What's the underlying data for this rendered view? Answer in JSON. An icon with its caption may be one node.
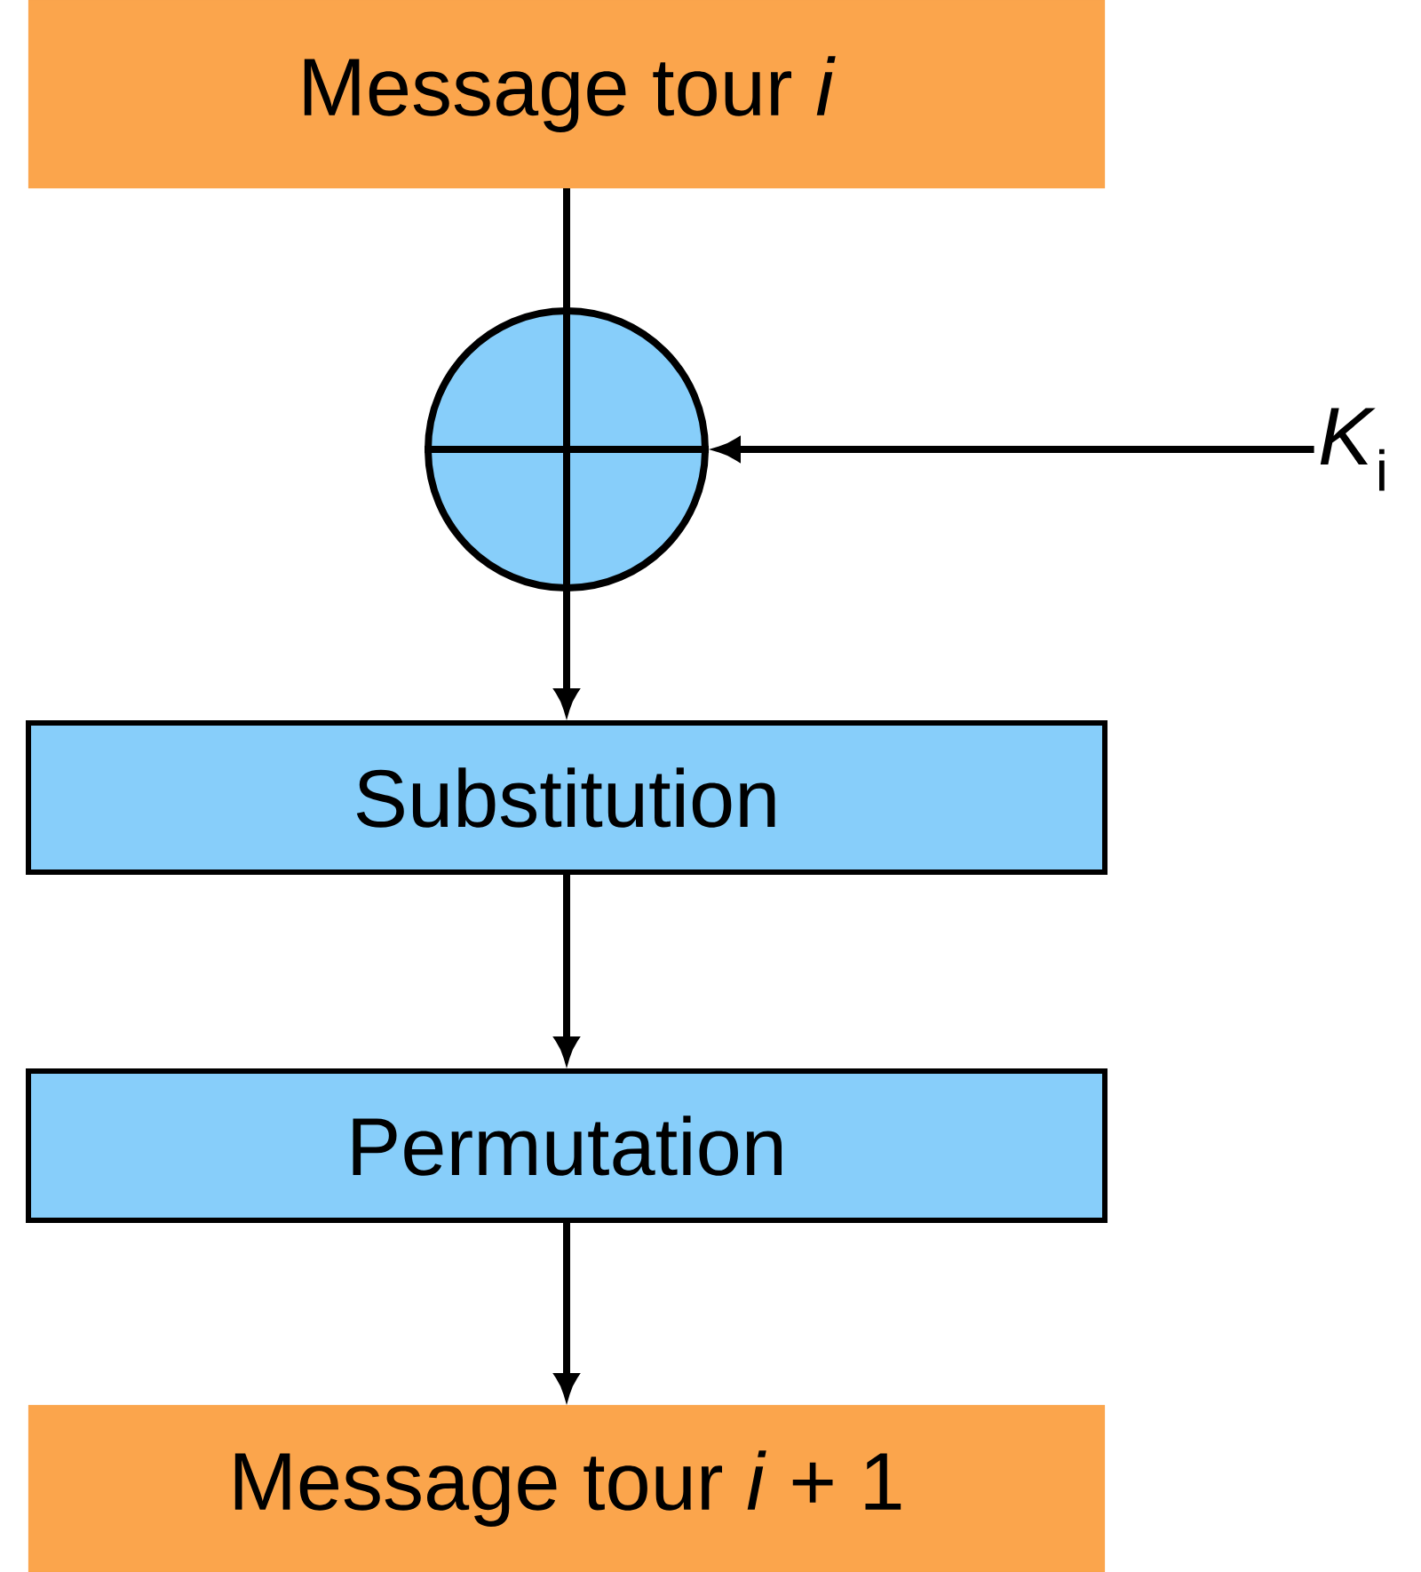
{
  "diagram": {
    "nodes": [
      {
        "text": [
          "Message tour *i*"
        ]
      },
      {
        "text": [],
        "shape": "circle"
      },
      {
        "text": [
          "*K*$_{i}$"
        ]
      },
      {
        "text": [
          "Substitution"
        ]
      },
      {
        "text": [
          "Permutation"
        ]
      },
      {
        "text": [
          "Message tour *i* + 1"
        ]
      }
    ],
    "edges": [
      {
        "from": 0,
        "to": 1,
        "arrow": "none"
      },
      {
        "from": 2,
        "to": 1,
        "arrow": "to"
      },
      {
        "from": 1,
        "to": 3,
        "arrow": "to"
      },
      {
        "from": 3,
        "to": 4,
        "arrow": "to"
      },
      {
        "from": 4,
        "to": 5,
        "arrow": "to"
      }
    ]
  }
}
